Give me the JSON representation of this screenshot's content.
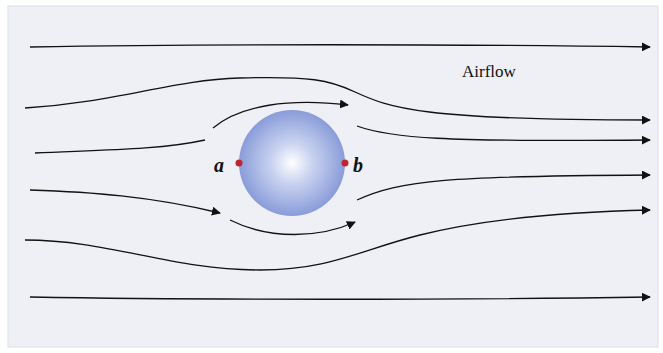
{
  "diagram": {
    "labels": [
      "Airflow",
      "a",
      "b"
    ]
  }
}
